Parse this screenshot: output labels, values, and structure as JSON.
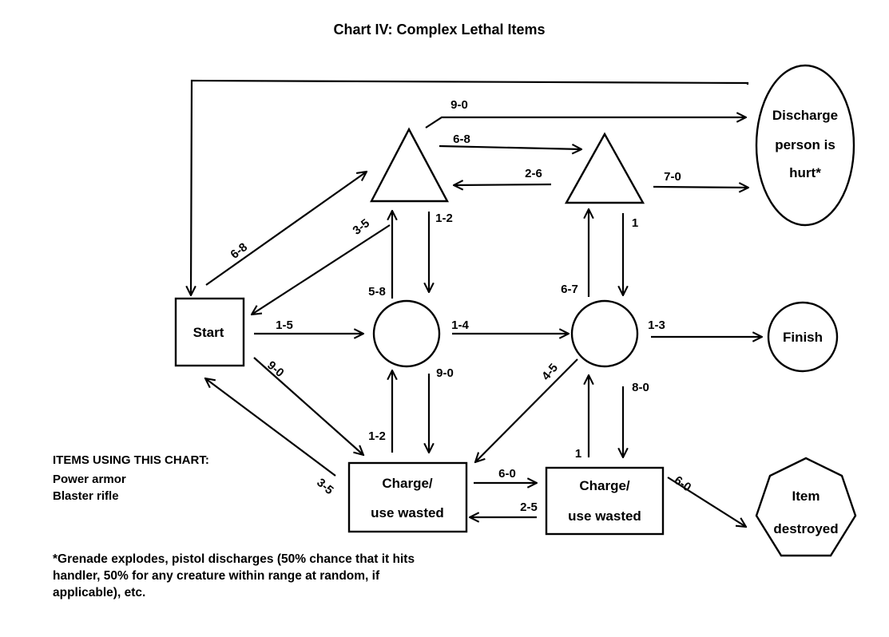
{
  "title": "Chart IV: Complex Lethal Items",
  "nodes": {
    "start": "Start",
    "finish": "Finish",
    "charge_left": [
      "Charge/",
      "use wasted"
    ],
    "charge_right": [
      "Charge/",
      "use wasted"
    ],
    "discharge": [
      "Discharge",
      "person is",
      "hurt*"
    ],
    "item_destroyed": [
      "Item",
      "destroyed"
    ]
  },
  "edge_labels": {
    "start_to_tri1": "6-8",
    "start_to_circ1": "1-5",
    "start_to_charge1": "9-0",
    "charge1_to_start": "3-5",
    "circ1_to_start": "3-5",
    "tri1_to_discharge": "9-0",
    "tri1_to_tri2": "6-8",
    "tri2_to_tri1": "2-6",
    "tri2_to_discharge": "7-0",
    "tri1_to_circ1": "1-2",
    "circ1_to_tri1": "5-8",
    "circ1_to_circ2": "1-4",
    "circ1_to_charge1": "9-0",
    "charge1_to_circ1": "1-2",
    "tri2_to_circ2": "1",
    "circ2_to_tri2": "6-7",
    "circ2_to_finish": "1-3",
    "circ2_to_charge1": "4-5",
    "circ2_to_charge2": "8-0",
    "charge2_to_circ2": "1",
    "charge1_to_charge2": "6-0",
    "charge2_to_charge1": "2-5",
    "charge2_to_destroyed": "6-0"
  },
  "items_box": {
    "heading": "ITEMS USING THIS CHART:",
    "entries": [
      "Power armor",
      "Blaster rifle"
    ]
  },
  "footnote": [
    "*Grenade explodes, pistol discharges (50% chance that it hits",
    "handler, 50% for any creature within range at random, if",
    "applicable), etc."
  ]
}
